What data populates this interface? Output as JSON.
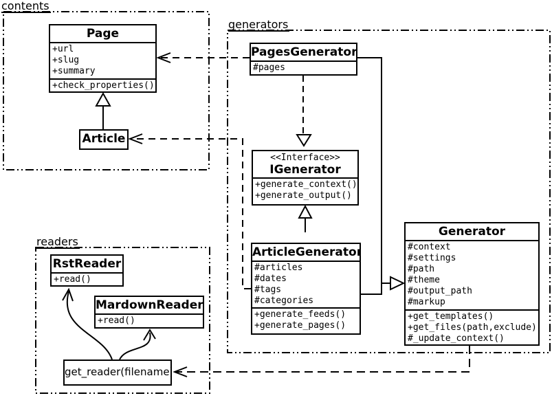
{
  "diagram_type": "uml-class-diagram",
  "colors": {
    "line": "#000000",
    "background": "#ffffff",
    "box_fill": "#ffffff"
  },
  "packages": {
    "contents": {
      "label": "contents"
    },
    "generators": {
      "label": "generators"
    },
    "readers": {
      "label": "readers"
    }
  },
  "classes": {
    "page": {
      "name": "Page",
      "attributes": [
        "+url",
        "+slug",
        "+summary"
      ],
      "methods": [
        "+check_properties()"
      ]
    },
    "article": {
      "name": "Article"
    },
    "pages_generator": {
      "name": "PagesGenerator",
      "attributes": [
        "#pages"
      ]
    },
    "igenerator": {
      "stereotype": "<<Interface>>",
      "name": "IGenerator",
      "methods": [
        "+generate_context()",
        "+generate_output()"
      ]
    },
    "article_generator": {
      "name": "ArticleGenerator",
      "attributes": [
        "#articles",
        "#dates",
        "#tags",
        "#categories"
      ],
      "methods": [
        "+generate_feeds()",
        "+generate_pages()"
      ]
    },
    "generator": {
      "name": "Generator",
      "attributes": [
        "#context",
        "#settings",
        "#path",
        "#theme",
        "#output_path",
        "#markup"
      ],
      "methods": [
        "+get_templates()",
        "+get_files(path,exclude)",
        "#_update_context()"
      ]
    },
    "rst_reader": {
      "name": "RstReader",
      "methods": [
        "+read()"
      ]
    },
    "mardown_reader": {
      "name": "MardownReader",
      "methods": [
        "+read()"
      ]
    },
    "get_reader": {
      "label": "get_reader(filename)"
    }
  }
}
